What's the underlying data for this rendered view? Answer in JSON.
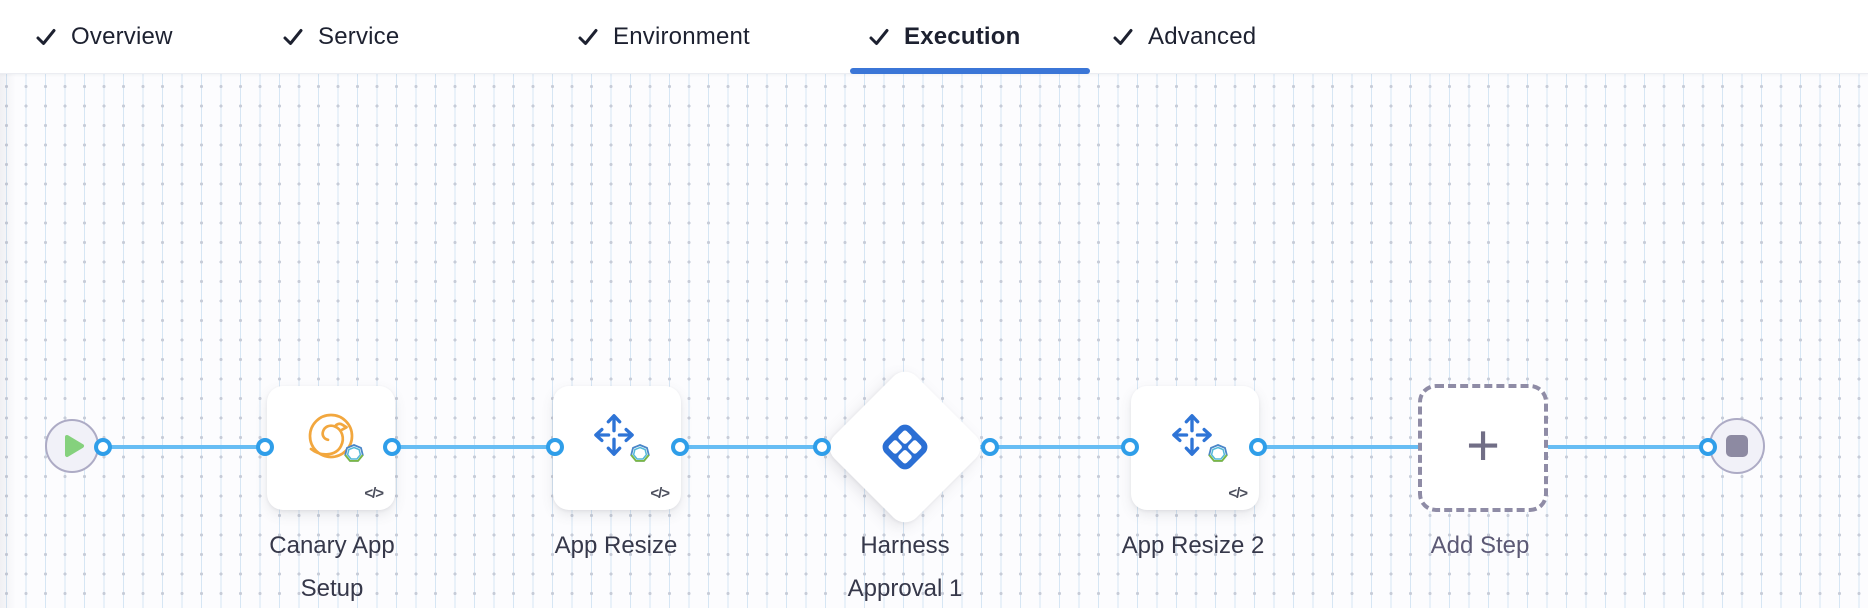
{
  "header": {
    "tabs": [
      {
        "label": "Overview",
        "checked": true,
        "active": false
      },
      {
        "label": "Service",
        "checked": true,
        "active": false
      },
      {
        "label": "Environment",
        "checked": true,
        "active": false
      },
      {
        "label": "Execution",
        "checked": true,
        "active": true
      },
      {
        "label": "Advanced",
        "checked": true,
        "active": false
      }
    ]
  },
  "pipeline": {
    "start_node": {
      "icon": "play-icon"
    },
    "end_node": {
      "icon": "stop-icon"
    },
    "steps": [
      {
        "label": "Canary App Setup",
        "icon": "canary-bird-icon",
        "shape": "card",
        "has_code_badge": true
      },
      {
        "label": "App Resize",
        "icon": "resize-arrows-icon",
        "shape": "card",
        "has_code_badge": true
      },
      {
        "label": "Harness Approval 1",
        "icon": "harness-approval-icon",
        "shape": "diamond",
        "has_code_badge": false
      },
      {
        "label": "App Resize 2",
        "icon": "resize-arrows-icon",
        "shape": "card",
        "has_code_badge": true
      }
    ],
    "add_step": {
      "label": "Add Step",
      "plus_glyph": "+"
    },
    "code_glyph": "</>"
  },
  "colors": {
    "active_tab_underline": "#3B76D7",
    "connector_line": "#67BDF4",
    "port_ring": "#2F9EE9",
    "harness_icon_blue": "#2B6FD4",
    "canary_orange": "#F2A73E",
    "play_green": "#85D17D",
    "stop_gray": "#8D8AA2",
    "arrows_blue": "#2E74D6"
  }
}
